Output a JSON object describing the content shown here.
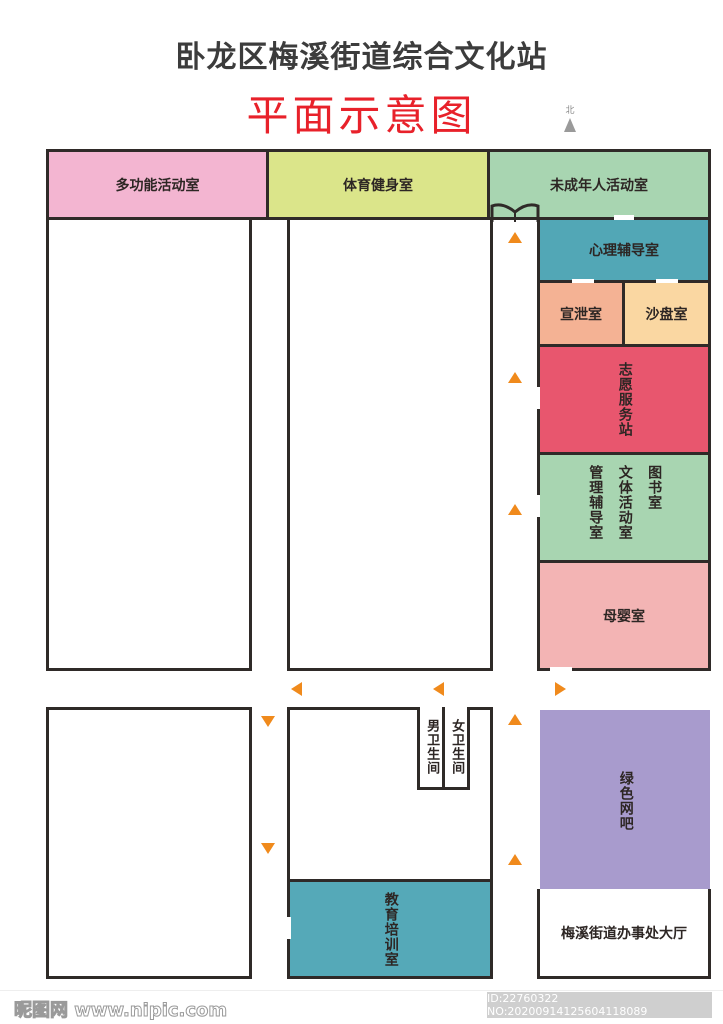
{
  "header": {
    "title": "卧龙区梅溪街道综合文化站",
    "subtitle": "平面示意图",
    "north_label": "北"
  },
  "colors": {
    "wall": "#2f2a28",
    "arrow": "#f08a1c",
    "title": "#3c3c3c",
    "subtitle": "#e8212a"
  },
  "rooms": {
    "multi_function": {
      "label": "多功能活动室",
      "color": "#f3b5d1"
    },
    "sports_fitness": {
      "label": "体育健身室",
      "color": "#dbe58a"
    },
    "minors_activity": {
      "label": "未成年人活动室",
      "color": "#a8d5b1"
    },
    "counseling": {
      "label": "心理辅导室",
      "color": "#52a7b6"
    },
    "venting": {
      "label": "宣泄室",
      "color": "#f4b294"
    },
    "sandbox": {
      "label": "沙盘室",
      "color": "#fad7a2"
    },
    "volunteer": {
      "label": "志愿服务站",
      "color": "#e8566e"
    },
    "management": {
      "label": "管理辅导室",
      "color": "#a8d5b1"
    },
    "culture_sports": {
      "label": "文体活动室",
      "color": "#a8d5b1"
    },
    "library": {
      "label": "图书室",
      "color": "#a8d5b1"
    },
    "mother_baby": {
      "label": "母婴室",
      "color": "#f3b4b4"
    },
    "mens_restroom": {
      "label": "男卫生间",
      "color": "#ffffff"
    },
    "womens_restroom": {
      "label": "女卫生间",
      "color": "#ffffff"
    },
    "green_internet": {
      "label": "绿色网吧",
      "color": "#a89bcd"
    },
    "office_hall": {
      "label": "梅溪街道办事处大厅",
      "color": "#ffffff"
    },
    "education_training": {
      "label": "教育培训室",
      "color": "#55a9b8"
    }
  },
  "watermark": {
    "site": "昵图网 www.nipic.com",
    "id_text": "ID:22760322 NO:20200914125604118089"
  }
}
